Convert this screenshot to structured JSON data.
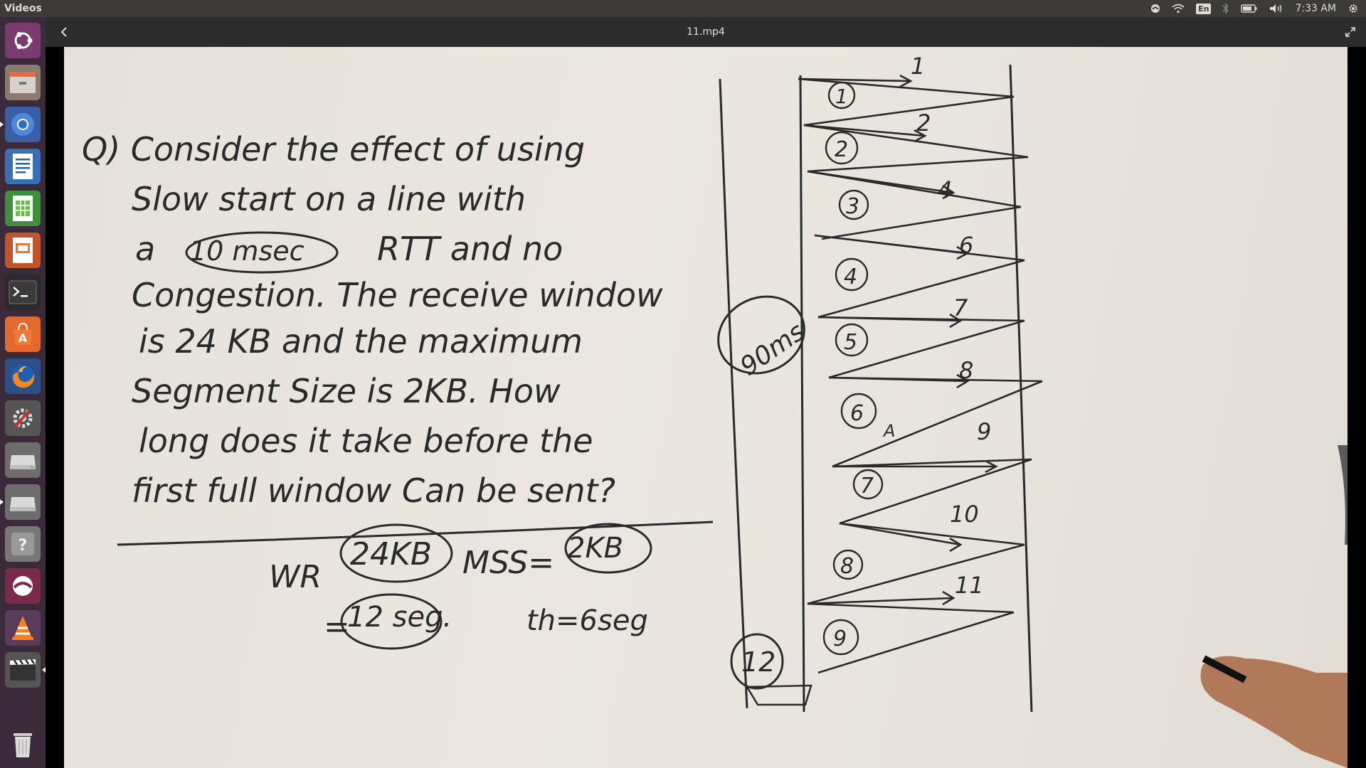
{
  "panel": {
    "app_title": "Videos",
    "lang": "En",
    "clock": "7:33 AM"
  },
  "headerbar": {
    "title": "11.mp4"
  },
  "launcher": {
    "items": [
      {
        "name": "ubuntu-dash-icon"
      },
      {
        "name": "files-icon"
      },
      {
        "name": "chromium-icon"
      },
      {
        "name": "writer-icon"
      },
      {
        "name": "calc-icon"
      },
      {
        "name": "impress-icon"
      },
      {
        "name": "terminal-icon"
      },
      {
        "name": "software-center-icon"
      },
      {
        "name": "firefox-icon"
      },
      {
        "name": "system-settings-icon"
      },
      {
        "name": "drive-icon"
      },
      {
        "name": "drive-2-icon"
      },
      {
        "name": "help-icon"
      },
      {
        "name": "app-icon"
      },
      {
        "name": "vlc-icon"
      },
      {
        "name": "videos-icon"
      },
      {
        "name": "trash-icon"
      }
    ]
  },
  "whiteboard": {
    "question_lines": [
      "Q) Consider the effect of using",
      "Slow start on a line with",
      "a",
      "10 msec",
      "RTT and no",
      "Congestion. The receive window",
      "is 24 KB and the maximum",
      "Segment Size is 2KB. How",
      "long does it take before the",
      "first full window Can be sent?"
    ],
    "work": {
      "wr_label": "WR",
      "wr_value": "24KB",
      "mss_label": "MSS=",
      "mss_value": "2KB",
      "eq": "=",
      "seg_value": "12 seg.",
      "threshold": "th=6seg"
    },
    "timeline_total": "90ms",
    "final_count": "12",
    "rtt_labels": [
      "1",
      "2",
      "3",
      "4",
      "5",
      "6",
      "7",
      "8",
      "9"
    ],
    "window_sizes": [
      "1",
      "2",
      "4",
      "6",
      "7",
      "8",
      "9",
      "10",
      "11"
    ],
    "ack_mark": "A"
  }
}
